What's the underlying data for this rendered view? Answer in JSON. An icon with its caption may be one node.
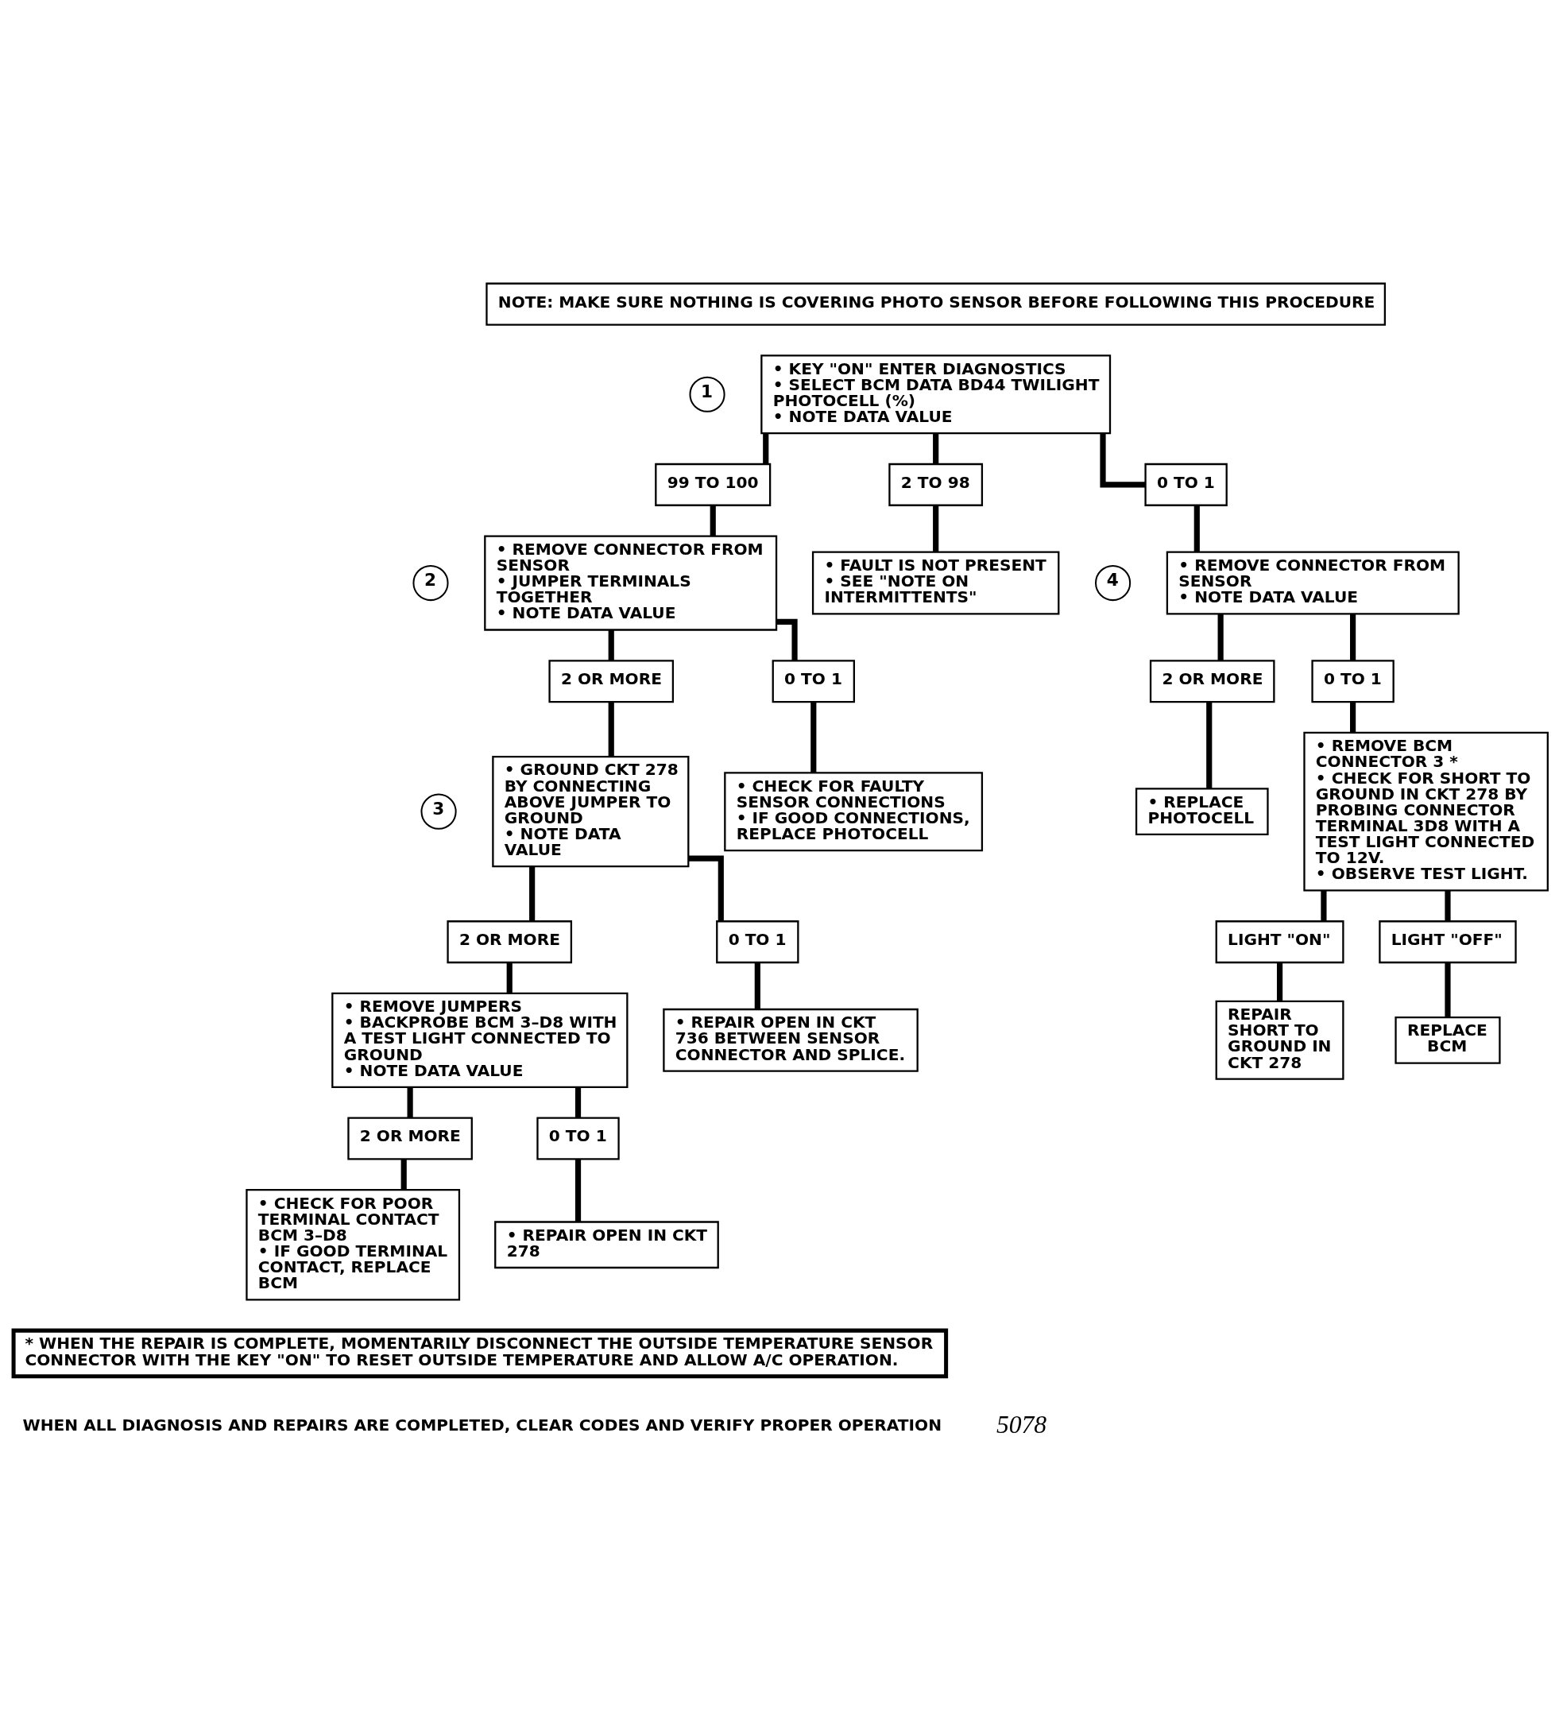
{
  "diagram": {
    "nodes": [
      {
        "text": [
          "NOTE: MAKE SURE NOTHING IS COVERING PHOTO SENSOR BEFORE FOLLOWING THIS PROCEDURE"
        ]
      },
      {
        "text": [
          "• KEY \"ON\" ENTER DIAGNOSTICS",
          "• SELECT BCM DATA BD44 TWILIGHT PHOTOCELL (%)",
          "• NOTE DATA VALUE"
        ],
        "beside": [
          "1"
        ]
      },
      {
        "text": [
          "99 TO 100"
        ]
      },
      {
        "text": [
          "2 TO 98"
        ]
      },
      {
        "text": [
          "0 TO 1"
        ]
      },
      {
        "text": [
          "• REMOVE CONNECTOR FROM SENSOR",
          "• JUMPER TERMINALS TOGETHER",
          "• NOTE DATA VALUE"
        ],
        "beside": [
          "2"
        ]
      },
      {
        "text": [
          "• FAULT IS NOT PRESENT",
          "• SEE \"NOTE ON INTERMITTENTS\""
        ]
      },
      {
        "text": [
          "• REMOVE CONNECTOR FROM SENSOR",
          "• NOTE DATA VALUE"
        ],
        "beside": [
          "4"
        ]
      },
      {
        "text": [
          "2 OR MORE"
        ]
      },
      {
        "text": [
          "0 TO 1"
        ]
      },
      {
        "text": [
          "2 OR MORE"
        ]
      },
      {
        "text": [
          "0 TO 1"
        ]
      },
      {
        "text": [
          "• GROUND CKT 278 BY CONNECTING ABOVE JUMPER TO GROUND",
          "• NOTE DATA VALUE"
        ],
        "beside": [
          "3"
        ]
      },
      {
        "text": [
          "• CHECK FOR FAULTY SENSOR CONNECTIONS",
          "• IF GOOD CONNECTIONS, REPLACE PHOTOCELL"
        ]
      },
      {
        "text": [
          "• REPLACE PHOTOCELL"
        ]
      },
      {
        "text": [
          "• REMOVE BCM CONNECTOR 3 *",
          "• CHECK FOR SHORT TO GROUND IN CKT 278 BY PROBING CONNECTOR TERMINAL 3D8 WITH A TEST LIGHT CONNECTED TO 12V.",
          "• OBSERVE TEST LIGHT."
        ]
      },
      {
        "text": [
          "2 OR MORE"
        ]
      },
      {
        "text": [
          "0 TO 1"
        ]
      },
      {
        "text": [
          "LIGHT \"ON\""
        ]
      },
      {
        "text": [
          "LIGHT \"OFF\""
        ]
      },
      {
        "text": [
          "• REMOVE JUMPERS",
          "• BACKPROBE BCM 3–D8 WITH A TEST LIGHT CONNECTED TO GROUND",
          "• NOTE DATA VALUE"
        ]
      },
      {
        "text": [
          "• REPAIR OPEN IN CKT 736 BETWEEN SENSOR CONNECTOR AND SPLICE."
        ]
      },
      {
        "text": [
          "REPAIR SHORT TO GROUND IN CKT 278"
        ]
      },
      {
        "text": [
          "REPLACE BCM"
        ]
      },
      {
        "text": [
          "2 OR MORE"
        ]
      },
      {
        "text": [
          "0 TO 1"
        ]
      },
      {
        "text": [
          "• CHECK FOR POOR TERMINAL CONTACT BCM 3–D8",
          "• IF GOOD TERMINAL CONTACT, REPLACE BCM"
        ]
      },
      {
        "text": [
          "• REPAIR OPEN IN CKT 278"
        ]
      },
      {
        "text": [
          "* WHEN THE REPAIR IS COMPLETE, MOMENTARILY DISCONNECT THE OUTSIDE TEMPERATURE SENSOR CONNECTOR WITH THE KEY \"ON\" TO RESET OUTSIDE TEMPERATURE AND ALLOW A/C OPERATION."
        ]
      }
    ],
    "edges": [
      {
        "from": 1,
        "to": 2,
        "arrow": "none"
      },
      {
        "from": 1,
        "to": 3,
        "arrow": "none"
      },
      {
        "from": 1,
        "to": 4,
        "arrow": "none"
      },
      {
        "from": 2,
        "to": 5,
        "arrow": "none"
      },
      {
        "from": 3,
        "to": 6,
        "arrow": "none"
      },
      {
        "from": 4,
        "to": 7,
        "arrow": "none"
      },
      {
        "from": 5,
        "to": 8,
        "arrow": "none"
      },
      {
        "from": 5,
        "to": 9,
        "arrow": "none"
      },
      {
        "from": 7,
        "to": 10,
        "arrow": "none"
      },
      {
        "from": 7,
        "to": 11,
        "arrow": "none"
      },
      {
        "from": 8,
        "to": 12,
        "arrow": "none"
      },
      {
        "from": 9,
        "to": 13,
        "arrow": "none"
      },
      {
        "from": 10,
        "to": 14,
        "arrow": "none"
      },
      {
        "from": 11,
        "to": 15,
        "arrow": "none"
      },
      {
        "from": 12,
        "to": 16,
        "arrow": "none"
      },
      {
        "from": 12,
        "to": 17,
        "arrow": "none"
      },
      {
        "from": 15,
        "to": 18,
        "arrow": "none"
      },
      {
        "from": 15,
        "to": 19,
        "arrow": "none"
      },
      {
        "from": 16,
        "to": 20,
        "arrow": "none"
      },
      {
        "from": 17,
        "to": 21,
        "arrow": "none"
      },
      {
        "from": 18,
        "to": 22,
        "arrow": "none"
      },
      {
        "from": 19,
        "to": 23,
        "arrow": "none"
      },
      {
        "from": 20,
        "to": 24,
        "arrow": "none"
      },
      {
        "from": 20,
        "to": 25,
        "arrow": "none"
      },
      {
        "from": 24,
        "to": 26,
        "arrow": "none"
      },
      {
        "from": 25,
        "to": 27,
        "arrow": "none"
      }
    ],
    "labels": [
      "WHEN ALL DIAGNOSIS AND REPAIRS ARE COMPLETED, CLEAR CODES AND VERIFY PROPER OPERATION",
      "5078"
    ]
  }
}
